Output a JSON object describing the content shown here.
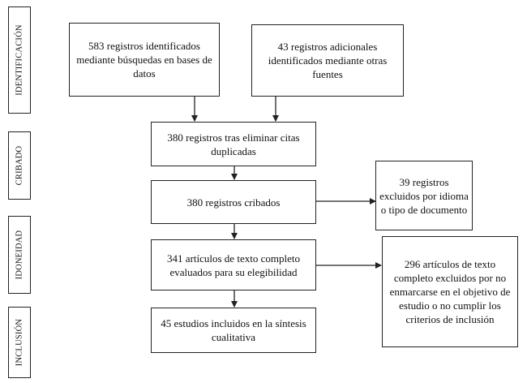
{
  "phases": {
    "identificacion": "IDENTIFICACIÓN",
    "cribado": "CRIBADO",
    "idoneidad": "IDONEIDAD",
    "inclusion": "INCLUSIÓN"
  },
  "boxes": {
    "database_records": "583 registros identificados mediante búsquedas en bases de datos",
    "additional_records": "43 registros adicionales identificados mediante otras fuentes",
    "after_duplicates": "380 registros tras eliminar citas duplicadas",
    "screened": "380 registros cribados",
    "excluded_language": "39 registros excluidos por idioma o tipo de documento",
    "fulltext_assessed": "341 artículos de texto completo evaluados para su elegibilidad",
    "fulltext_excluded": "296 artículos de texto completo excluidos por no enmarcarse en el objetivo de estudio o no cumplir los criterios de inclusión",
    "included": "45 estudios incluidos en la síntesis cualitativa"
  }
}
